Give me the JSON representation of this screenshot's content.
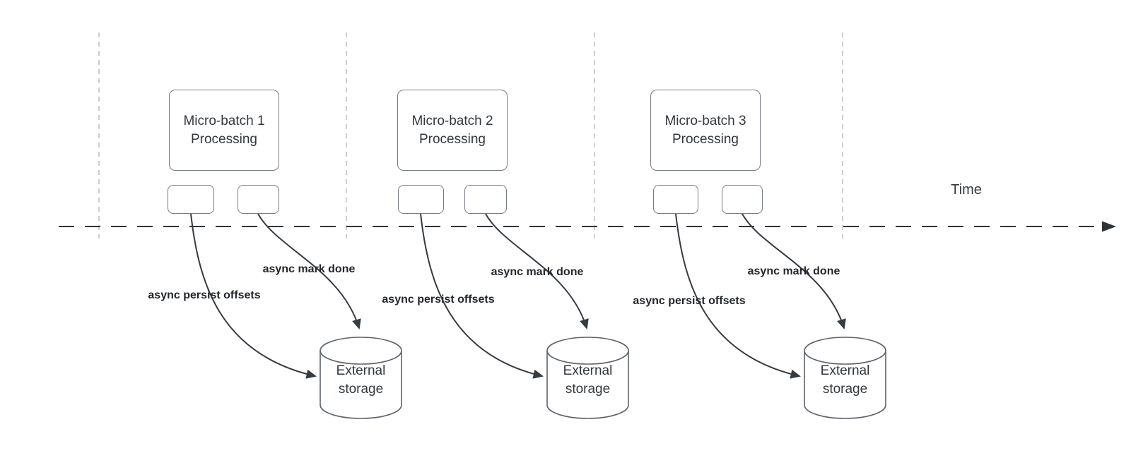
{
  "timeline": {
    "label": "Time"
  },
  "units": [
    {
      "processing_label": "Micro-batch 1\nProcessing",
      "persist_label": "async persist offsets",
      "mark_done_label": "async mark done",
      "storage_label": "External\nstorage"
    },
    {
      "processing_label": "Micro-batch 2\nProcessing",
      "persist_label": "async persist offsets",
      "mark_done_label": "async mark done",
      "storage_label": "External\nstorage"
    },
    {
      "processing_label": "Micro-batch 3\nProcessing",
      "persist_label": "async persist offsets",
      "mark_done_label": "async mark done",
      "storage_label": "External\nstorage"
    }
  ],
  "colors": {
    "arrow_stroke": "#363b41",
    "timeline_stroke": "#2f3338",
    "guide_line": "#b9bdc2",
    "box_border": "#767c85",
    "cylinder_border": "#5d636b",
    "text": "#33383e",
    "label_text": "#23272c"
  }
}
